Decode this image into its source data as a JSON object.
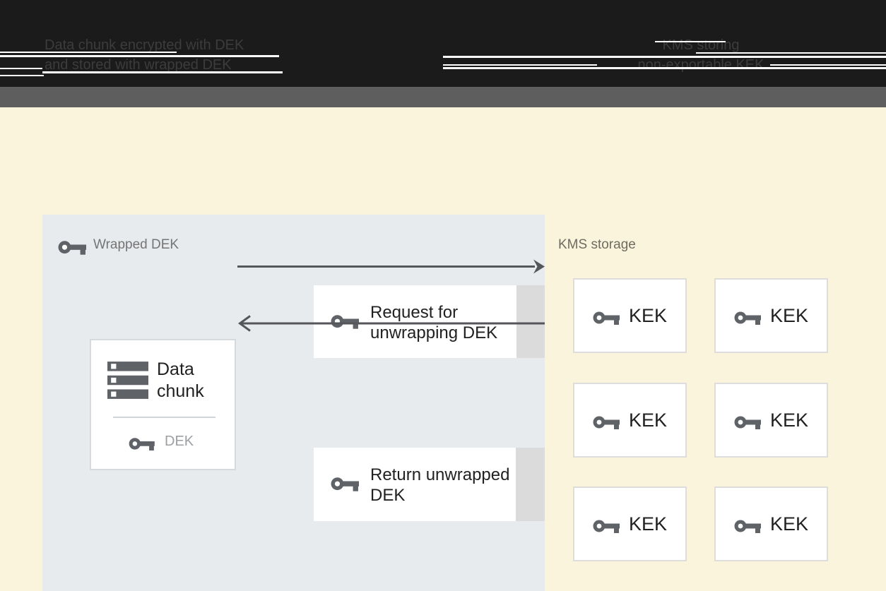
{
  "banner": {
    "left_caption": {
      "line1": "Data chunk encrypted with DEK",
      "line2": "and stored with wrapped DEK"
    },
    "right_caption": {
      "line1": "KMS storing",
      "line2": "non-exportable KEK"
    }
  },
  "diagram": {
    "wrapped_dek_label": "Wrapped DEK",
    "data_chunk": {
      "title": "Data chunk",
      "key_label": "DEK"
    },
    "request_box": {
      "label": "Request for unwrapping DEK"
    },
    "return_box": {
      "label": "Return unwrapped DEK"
    }
  },
  "kms": {
    "title": "KMS storage",
    "keks": [
      {
        "label": "KEK"
      },
      {
        "label": "KEK"
      },
      {
        "label": "KEK"
      },
      {
        "label": "KEK"
      },
      {
        "label": "KEK"
      },
      {
        "label": "KEK"
      }
    ]
  },
  "icons": {
    "key": "key-icon",
    "data_chunk": "storage-stack-icon"
  },
  "colors": {
    "banner_bg": "#1B1B1B",
    "strip": "#5E5E5E",
    "canvas_bg": "#FBF4DD",
    "panel_bg": "#E8EBEE",
    "box_border": "#DDDDDD",
    "icon_gray": "#5F6368",
    "text_dark": "#212121",
    "muted_text": "#757575",
    "kms_title_text": "#6E6B60",
    "arrow": "#55565A",
    "shadow_strip": "#DBDBDB",
    "caption_text": "#3C3C3C"
  }
}
